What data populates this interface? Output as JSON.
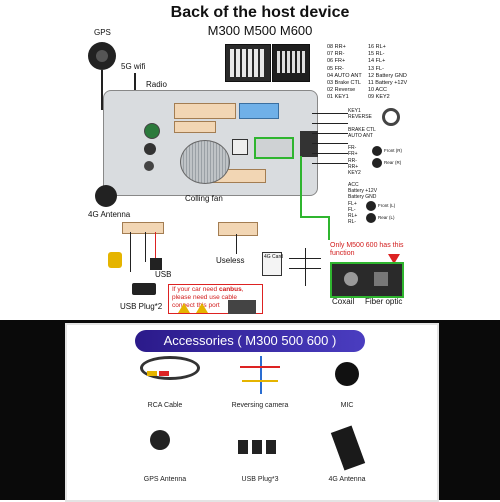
{
  "header": {
    "title": "Back of the host device",
    "subtitle": "M300 M500 M600"
  },
  "labels": {
    "gps": "GPS",
    "wifi": "5G wifi",
    "radio": "Radio",
    "fan": "Colling fan",
    "antenna4g": "4G Antenna",
    "usb": "USB",
    "usbplug2": "USB Plug*2",
    "useless": "Useless",
    "card4g": "4G Card",
    "coxail": "Coxail",
    "fiber": "Fiber optic",
    "only_note": "Only M500 600 has this function",
    "canbus_note_1": "If your car need ",
    "canbus_word": "canbus",
    "canbus_note_2": ", please need use cable connect this port"
  },
  "pins_left": [
    "08 RR+",
    "07 RR-",
    "06 FR+",
    "05 FR-",
    "04 AUTO ANT",
    "03 Brake CTL",
    "02 Reverse",
    "01 KEY1"
  ],
  "pins_right": [
    "16 RL+",
    "15 RL-",
    "14 FL+",
    "13 FL-",
    "12 Battery GND",
    "11 Battery +12V",
    "10 ACC",
    "09 KEY2"
  ],
  "harness_upper": [
    "KEY1",
    "REVERSE",
    "",
    "BRAKE CTL",
    "AUTO ANT",
    "",
    "FR-",
    "FR+",
    "RR-",
    "RR+",
    "KEY2"
  ],
  "harness_lower": [
    "ACC",
    "Battery +12V",
    "Battery GND",
    "FL+",
    "FL-",
    "RL+",
    "RL-"
  ],
  "speakers": [
    "Front (R)",
    "Rear (R)",
    "Front (L)",
    "Rear (L)"
  ],
  "accessories": {
    "title": "Accessories ( M300 500 600 )",
    "items": [
      "RCA Cable",
      "Reversing camera",
      "MIC",
      "GPS Antenna",
      "USB Plug*3",
      "4G Antenna"
    ]
  },
  "colors": {
    "accent_red": "#d21c1c",
    "accent_green": "#2fb52f",
    "banner_purple": "#3b2ca8"
  }
}
